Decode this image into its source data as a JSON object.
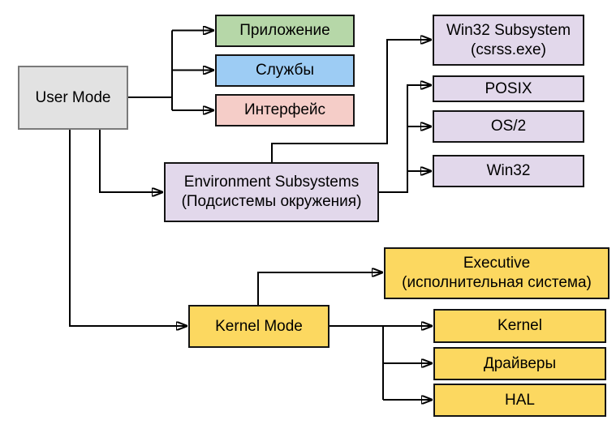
{
  "diagram": {
    "description": "Windows NT architecture block diagram (User Mode / Kernel Mode)",
    "nodes": {
      "user_mode": {
        "label": "User Mode"
      },
      "application": {
        "label": "Приложение"
      },
      "services": {
        "label": "Службы"
      },
      "interface": {
        "label": "Интерфейс"
      },
      "env_subsystems": {
        "line1": "Environment Subsystems",
        "line2": "(Подсистемы окружения)"
      },
      "win32_subsystem": {
        "line1": "Win32 Subsystem",
        "line2": "(csrss.exe)"
      },
      "posix": {
        "label": "POSIX"
      },
      "os2": {
        "label": "OS/2"
      },
      "win32": {
        "label": "Win32"
      },
      "executive": {
        "line1": "Executive",
        "line2": "(исполнительная система)"
      },
      "kernel_mode": {
        "label": "Kernel Mode"
      },
      "kernel": {
        "label": "Kernel"
      },
      "drivers": {
        "label": "Драйверы"
      },
      "hal": {
        "label": "HAL"
      }
    },
    "edges": [
      {
        "from": "user_mode",
        "to": "application"
      },
      {
        "from": "user_mode",
        "to": "services"
      },
      {
        "from": "user_mode",
        "to": "interface"
      },
      {
        "from": "user_mode",
        "to": "env_subsystems"
      },
      {
        "from": "user_mode",
        "to": "kernel_mode"
      },
      {
        "from": "env_subsystems",
        "to": "win32_subsystem"
      },
      {
        "from": "env_subsystems",
        "to": "posix"
      },
      {
        "from": "env_subsystems",
        "to": "os2"
      },
      {
        "from": "env_subsystems",
        "to": "win32"
      },
      {
        "from": "kernel_mode",
        "to": "executive"
      },
      {
        "from": "kernel_mode",
        "to": "kernel"
      },
      {
        "from": "kernel_mode",
        "to": "drivers"
      },
      {
        "from": "kernel_mode",
        "to": "hal"
      }
    ],
    "palette": {
      "background": "#ffffff",
      "user_mode_fill": "#e2e2e2",
      "user_mode_border": "#7a7a7a",
      "application_fill": "#b6d7a8",
      "services_fill": "#9dccf4",
      "interface_fill": "#f5cdc8",
      "subsystem_fill": "#e2d8eb",
      "kernel_fill": "#fcd860",
      "box_border": "#141414",
      "connector": "#000000",
      "text": "#000000"
    }
  }
}
